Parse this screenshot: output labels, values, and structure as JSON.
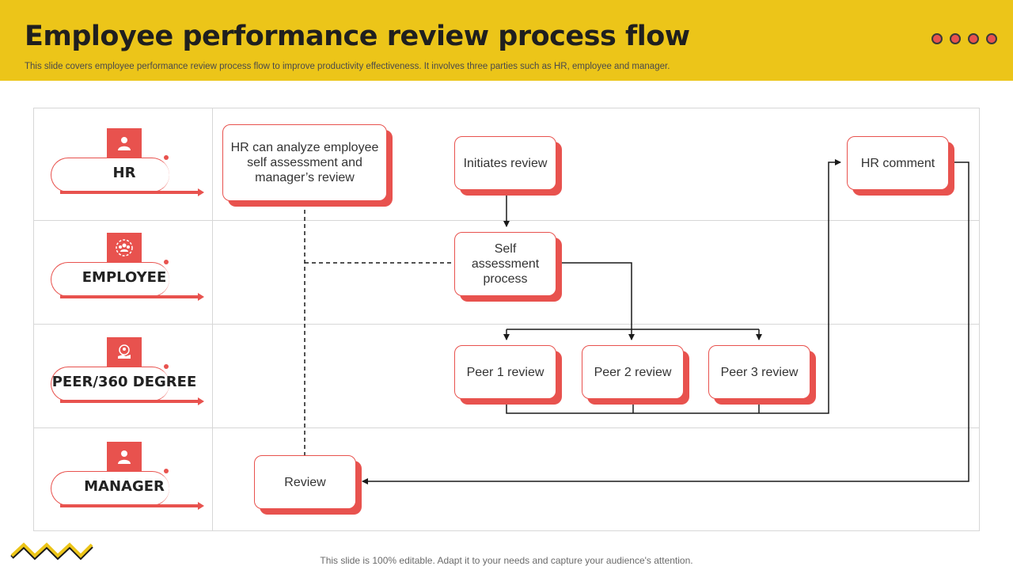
{
  "header": {
    "title": "Employee performance review process flow",
    "subtitle": "This slide covers employee performance review process flow to improve productivity effectiveness. It involves three parties such as HR, employee and manager.",
    "accent_color": "#ECC519"
  },
  "lanes": [
    {
      "label": "HR",
      "icon": "person-icon"
    },
    {
      "label": "EMPLOYEE",
      "icon": "group-icon"
    },
    {
      "label": "PEER/360 DEGREE",
      "icon": "handshake-icon"
    },
    {
      "label": "MANAGER",
      "icon": "person-icon"
    }
  ],
  "boxes": {
    "hr_analyze": "HR can analyze employee self assessment and manager’s review",
    "initiates": "Initiates review",
    "hr_comment": "HR comment",
    "self_assessment": "Self assessment process",
    "peer1": "Peer 1 review",
    "peer2": "Peer 2 review",
    "peer3": "Peer 3 review",
    "review": "Review"
  },
  "box_color": "#E8524E",
  "footer": "This slide is 100% editable. Adapt it to your needs and capture your audience's attention."
}
